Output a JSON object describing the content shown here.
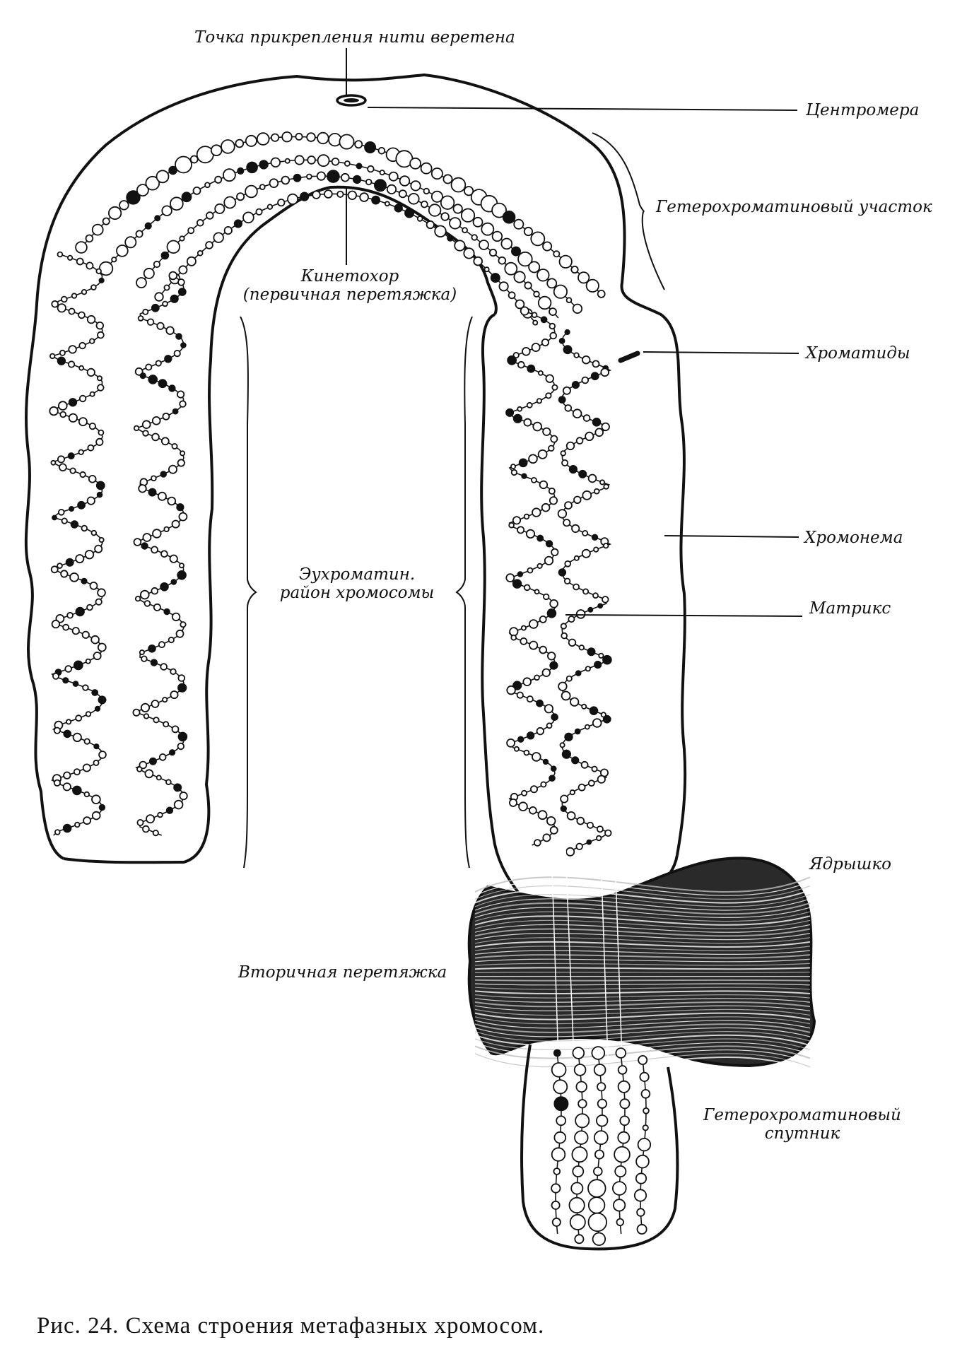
{
  "labels": {
    "spindle_attachment": "Точка прикрепления нити веретена",
    "centromere": "Центромера",
    "heterochromatin_region": "Гетерохроматиновый участок",
    "kinetochore_line1": "Кинетохор",
    "kinetochore_line2": "(первичная перетяжка)",
    "chromatids": "Хроматиды",
    "chromonema": "Хромонема",
    "euchromatin_line1": "Эухроматин.",
    "euchromatin_line2": "район хромосомы",
    "matrix": "Матрикс",
    "nucleolus": "Ядрышко",
    "secondary_constriction": "Вторичная перетяжка",
    "satellite_line1": "Гетерохроматиновый",
    "satellite_line2": "спутник"
  },
  "caption": "Рис. 24. Схема строения метафазных хромосом."
}
